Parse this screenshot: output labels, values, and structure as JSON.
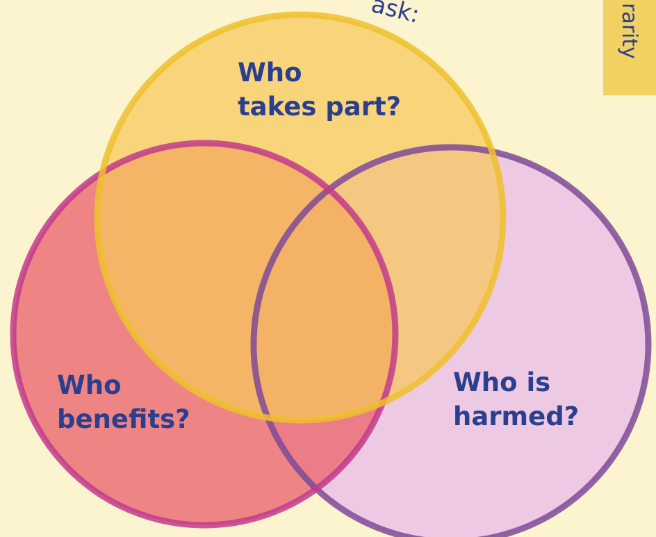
{
  "header": {
    "partial_heading": "ask:"
  },
  "sticky_note": {
    "partial_text": "rarity"
  },
  "venn": {
    "circles": [
      {
        "id": "top",
        "line1": "Who",
        "line2": "takes part?",
        "fill": "#f6c75a",
        "stroke": "#eec02e"
      },
      {
        "id": "left",
        "line1": "Who",
        "line2": "benefits?",
        "fill": "#ec6b73",
        "stroke": "#c23a8c"
      },
      {
        "id": "right",
        "line1": "Who is",
        "line2": "harmed?",
        "fill": "#e9c0e6",
        "stroke": "#7e4a98"
      }
    ]
  },
  "colors": {
    "background": "#fcf4cf",
    "text": "#2b3f8f",
    "sticky": "#f2d163"
  }
}
